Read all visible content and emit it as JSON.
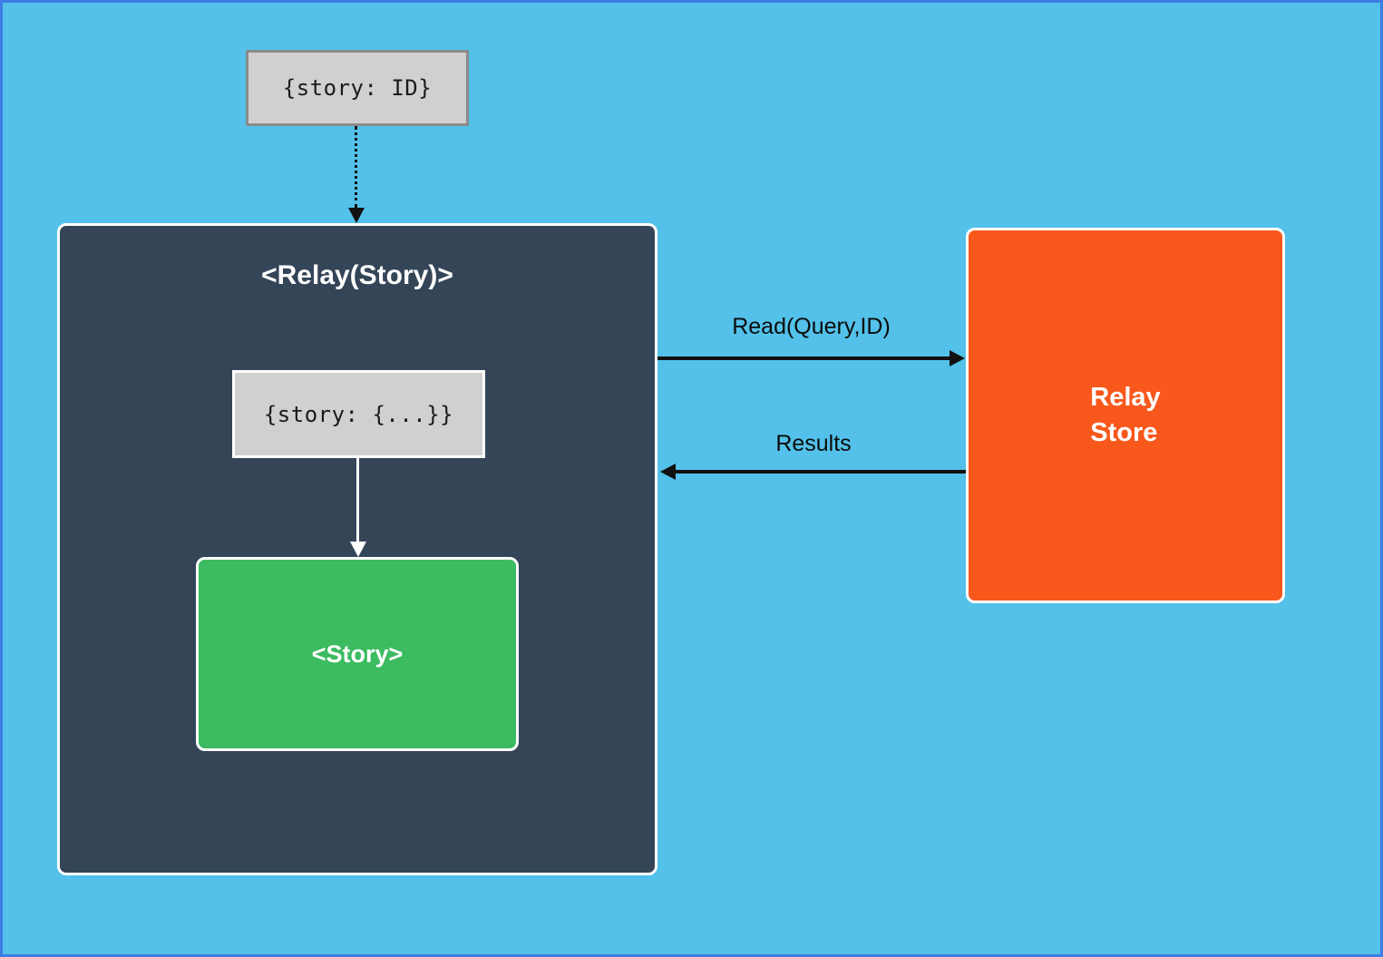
{
  "diagram": {
    "title_semantic": "Relay data flow diagram",
    "query_input_box": {
      "code": "{story: ID}"
    },
    "relay_component": {
      "title": "<Relay(Story)>",
      "props_box": {
        "code": "{story: {...}}"
      },
      "story_box": {
        "label": "<Story>"
      }
    },
    "relay_store": {
      "title": "Relay\nStore"
    },
    "arrows": {
      "read": {
        "label": "Read(Query,ID)",
        "direction": "right"
      },
      "results": {
        "label": "Results",
        "direction": "left"
      },
      "query_to_component": {
        "style": "dotted",
        "direction": "down"
      },
      "props_to_story": {
        "style": "solid-white",
        "direction": "down"
      }
    },
    "colors": {
      "background": "#53c1e9",
      "frame_border": "#3d7de4",
      "relay_component_fill": "#344558",
      "story_fill": "#3cbb60",
      "relay_store_fill": "#f9581c",
      "code_box_fill": "#d0d0d0",
      "code_box_border": "#8a8a8a",
      "arrow_black": "#111111",
      "arrow_white": "#ffffff"
    }
  }
}
